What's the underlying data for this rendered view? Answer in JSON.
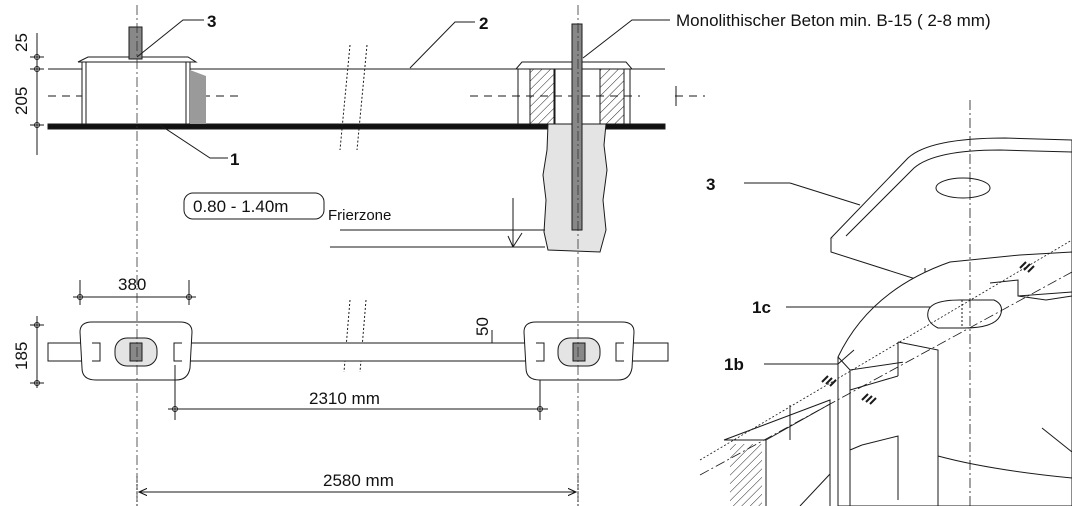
{
  "labels": {
    "concrete_note": "Monolithischer Beton min. B-15 ( 2-8 mm)",
    "frost_zone_depth": "0.80 - 1.40m",
    "frost_zone": "Frierzone",
    "part_1": "1",
    "part_2": "2",
    "part_3": "3",
    "part_3_iso": "3",
    "part_1b": "1b",
    "part_1c": "1c"
  },
  "dimensions": {
    "cap_height": "25",
    "body_height": "205",
    "block_width": "380",
    "block_depth": "185",
    "post_offset": "50",
    "inner_span": "2310 mm",
    "post_spacing": "2580 mm"
  },
  "colors": {
    "line": "#1a1a1a",
    "ground_fill": "#e4e4e4",
    "post_fill": "#888888",
    "shadow_fill": "#9a9a9a"
  }
}
